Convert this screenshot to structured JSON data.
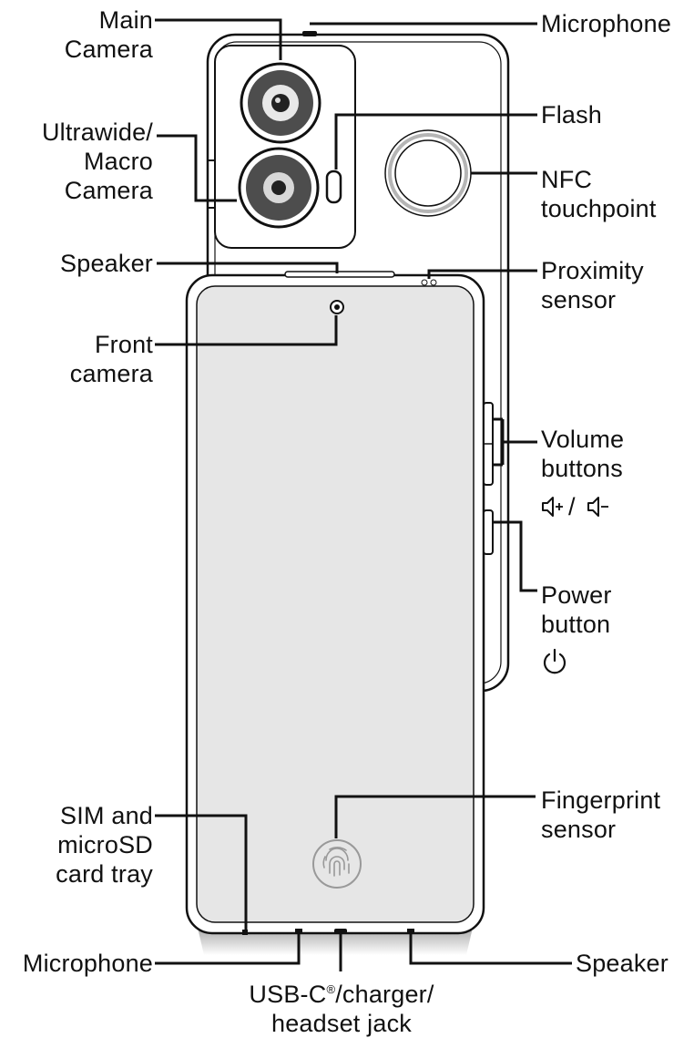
{
  "labels": {
    "main_camera": [
      "Main",
      "Camera"
    ],
    "microphone_top": [
      "Microphone"
    ],
    "ultrawide_camera": [
      "Ultrawide/",
      "Macro",
      "Camera"
    ],
    "flash": [
      "Flash"
    ],
    "nfc": [
      "NFC",
      "touchpoint"
    ],
    "speaker_top": [
      "Speaker"
    ],
    "proximity": [
      "Proximity",
      "sensor"
    ],
    "front_camera": [
      "Front",
      "camera"
    ],
    "volume": [
      "Volume",
      "buttons"
    ],
    "power": [
      "Power",
      "button"
    ],
    "fingerprint": [
      "Fingerprint",
      "sensor"
    ],
    "sim_tray": [
      "SIM and",
      "microSD",
      "card tray"
    ],
    "microphone_bottom": [
      "Microphone"
    ],
    "speaker_bottom": [
      "Speaker"
    ],
    "usb": [
      "USB-C",
      "®",
      "/charger/",
      "headset jack"
    ]
  },
  "icons": {
    "volume_up": "volume-up-icon",
    "volume_down": "volume-down-icon",
    "power": "power-icon",
    "fingerprint": "fingerprint-icon"
  },
  "colors": {
    "screen": "#e6e6e6",
    "line": "#111111",
    "nfc_ring": "#b5b5b5",
    "lens": "#555555"
  }
}
